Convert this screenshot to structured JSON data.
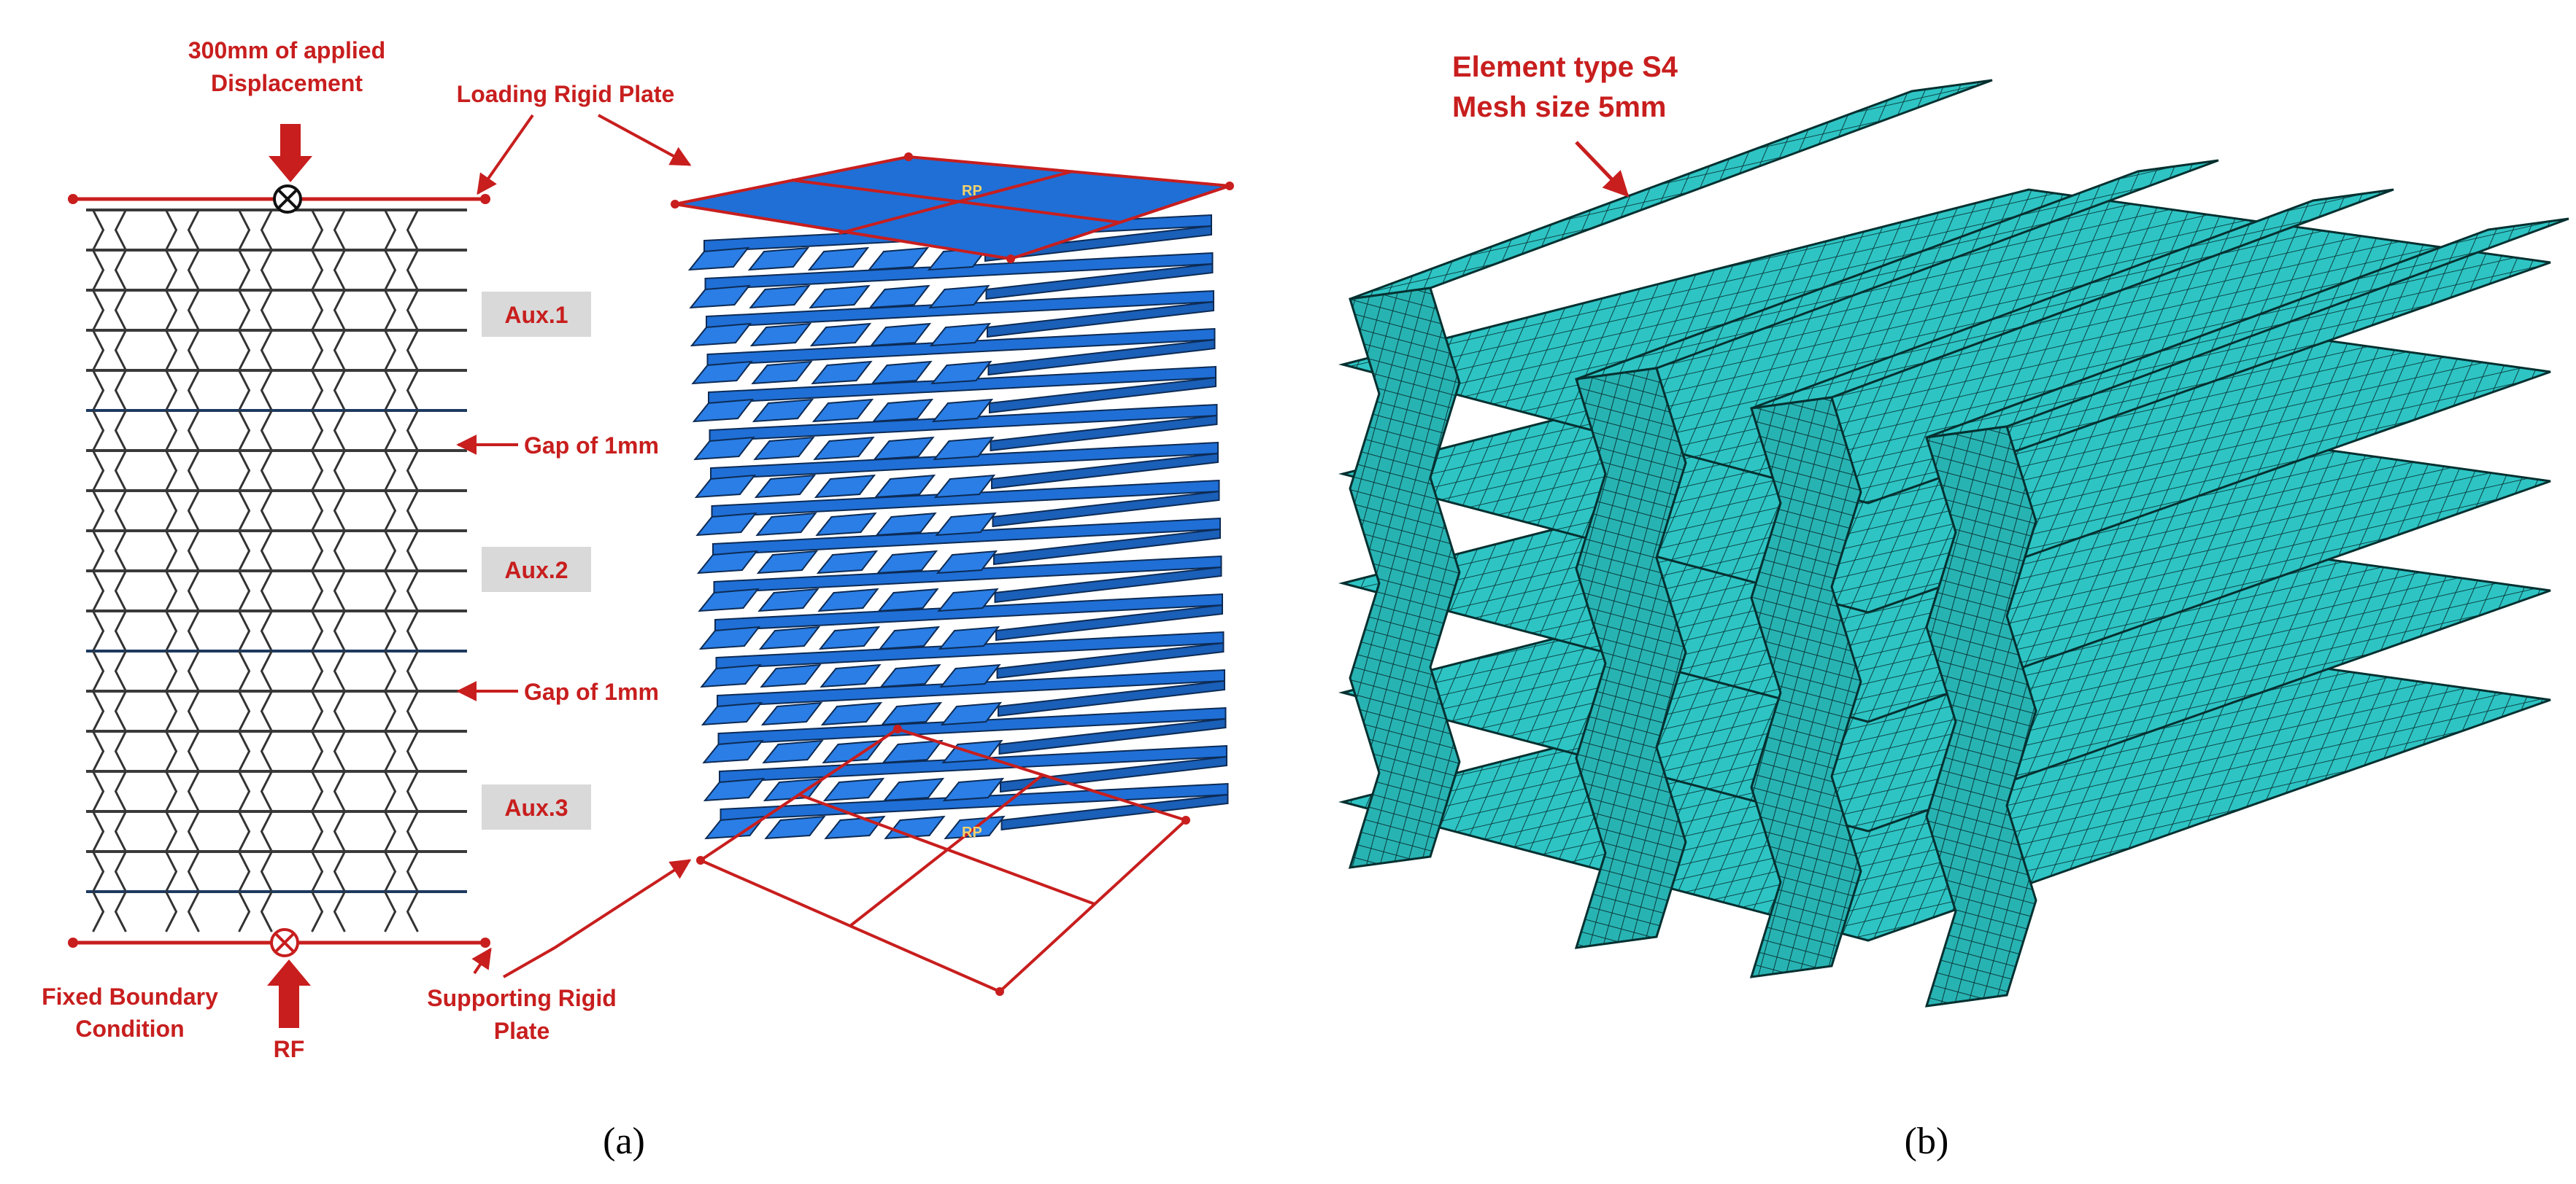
{
  "panel_a": {
    "applied_displacement_line1": "300mm of applied",
    "applied_displacement_line2": "Displacement",
    "loading_plate": "Loading Rigid Plate",
    "aux1": "Aux.1",
    "aux2": "Aux.2",
    "aux3": "Aux.3",
    "gap_upper": "Gap of 1mm",
    "gap_lower": "Gap of 1mm",
    "fixed_bc_line1": "Fixed Boundary",
    "fixed_bc_line2": "Condition",
    "reaction_force": "RF",
    "supporting_plate_line1": "Supporting Rigid",
    "supporting_plate_line2": "Plate",
    "rp_top": "RP",
    "rp_bottom": "RP",
    "caption": "(a)"
  },
  "panel_b": {
    "element_type": "Element type S4",
    "mesh_size": "Mesh size 5mm",
    "caption": "(b)"
  },
  "colors": {
    "annotation_red": "#c81e1e",
    "plate_blue": "#1f6fd6",
    "mesh_cyan": "#2ec4c4",
    "label_box": "#d9d9d9"
  }
}
